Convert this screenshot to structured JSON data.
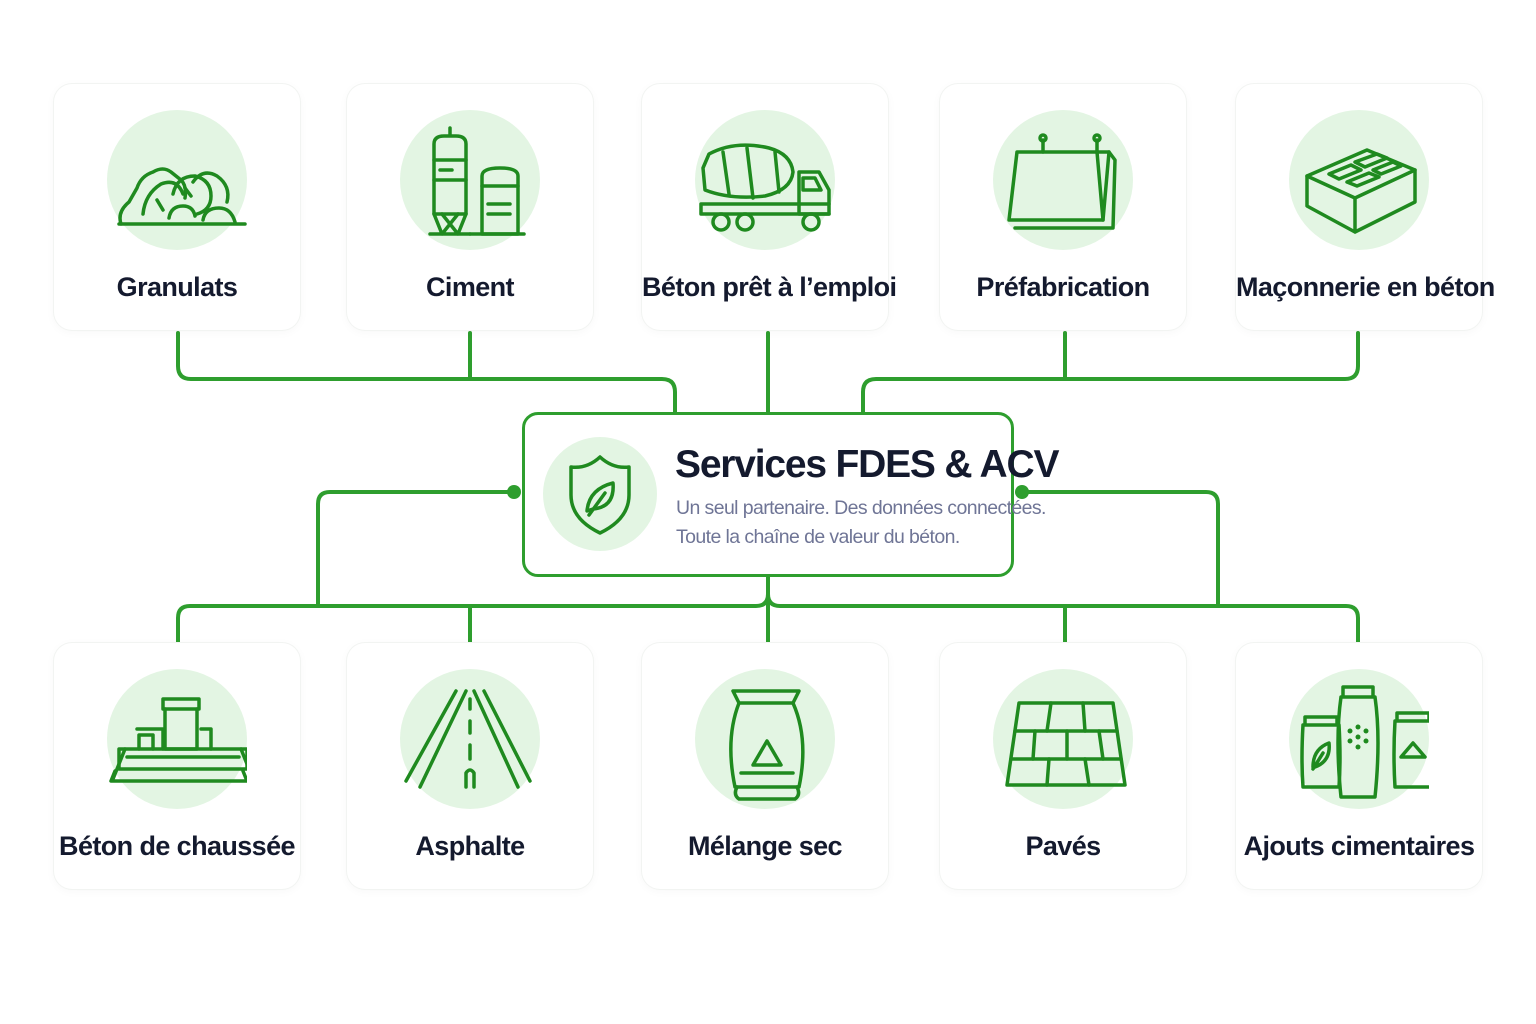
{
  "center": {
    "title": "Services FDES & ACV",
    "line1": "Un seul partenaire. Des données connectées.",
    "line2": "Toute la chaîne de valeur du béton."
  },
  "top_nodes": [
    {
      "label": "Granulats",
      "icon": "rocks-icon"
    },
    {
      "label": "Ciment",
      "icon": "cement-silo-icon"
    },
    {
      "label": "Béton prêt à l’emploi",
      "icon": "mixer-truck-icon"
    },
    {
      "label": "Préfabrication",
      "icon": "precast-panel-icon"
    },
    {
      "label": "Maçonnerie en béton",
      "icon": "concrete-block-icon"
    }
  ],
  "bottom_nodes": [
    {
      "label": "Béton de chaussée",
      "icon": "paver-machine-icon"
    },
    {
      "label": "Asphalte",
      "icon": "road-icon"
    },
    {
      "label": "Mélange sec",
      "icon": "dry-mix-bag-icon"
    },
    {
      "label": "Pavés",
      "icon": "paving-stones-icon"
    },
    {
      "label": "Ajouts cimentaires",
      "icon": "supplement-bags-icon"
    }
  ],
  "colors": {
    "accent": "#2e9e2e",
    "icon_bg": "#e3f5e3",
    "title": "#141a2e",
    "subtitle": "#6f7596"
  }
}
